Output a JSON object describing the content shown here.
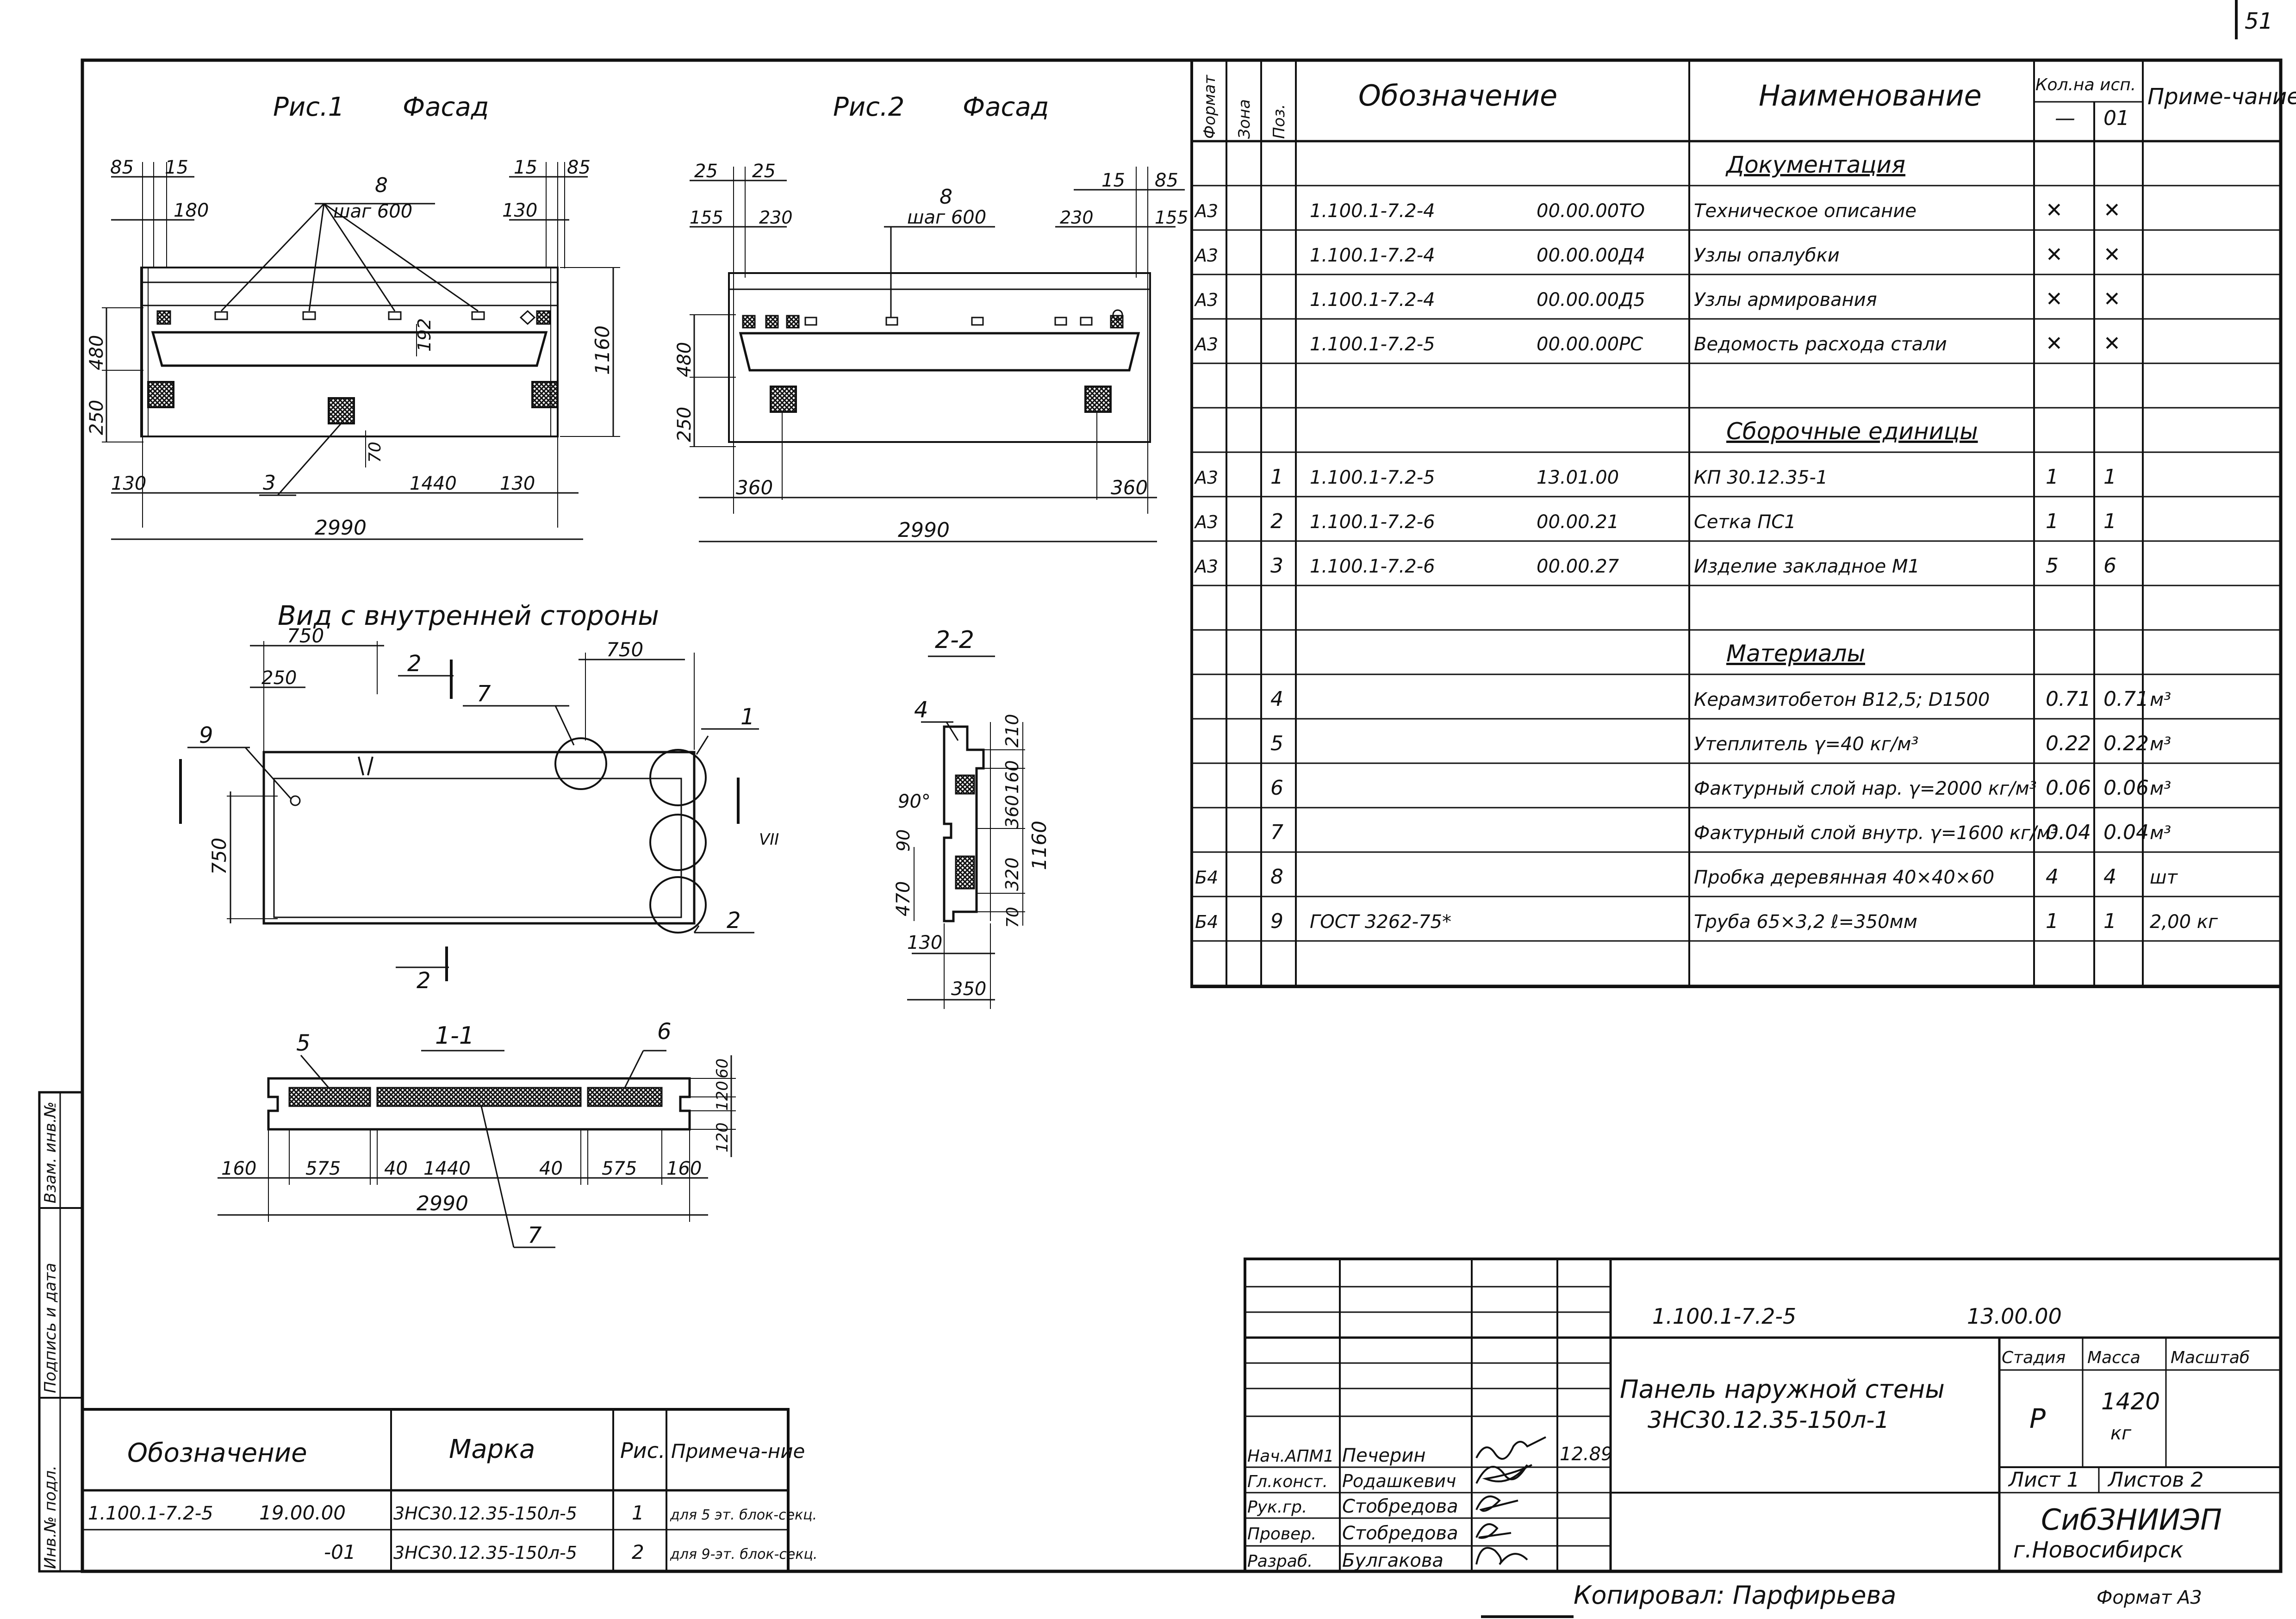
{
  "sheet_number": "51",
  "fig1": {
    "caption": "Рис.1",
    "title": "Фасад",
    "dims": {
      "d85a": "85",
      "d15a": "15",
      "d180": "180",
      "d8": "8",
      "step": "шаг 600",
      "d15b": "15",
      "d85b": "85",
      "d130t": "130",
      "d192": "192",
      "d480": "480",
      "d250": "250",
      "d1160": "1160",
      "d70": "70",
      "d3": "3",
      "d130l": "130",
      "d1440": "1440",
      "d130r": "130",
      "d2990": "2990"
    }
  },
  "fig2": {
    "caption": "Рис.2",
    "title": "Фасад",
    "dims": {
      "d25a": "25",
      "d25b": "25",
      "d155a": "155",
      "d230a": "230",
      "d8": "8",
      "step": "шаг 600",
      "d230b": "230",
      "d15": "15",
      "d85": "85",
      "d155b": "155",
      "d480": "480",
      "d250": "250",
      "d360l": "360",
      "d360r": "360",
      "d2990": "2990"
    }
  },
  "inner_view": {
    "title": "Вид с внутренней стороны",
    "dims": {
      "d750a": "750",
      "d250": "250",
      "d2": "2",
      "d7": "7",
      "d750b": "750",
      "d1": "1",
      "d9": "9",
      "d750v": "750",
      "dVII": "VII",
      "d2b": "2",
      "d2c": "2"
    }
  },
  "section22": {
    "title": "2-2",
    "dims": {
      "d4": "4",
      "d90deg": "90°",
      "d90": "90",
      "d470": "470",
      "d130": "130",
      "d350": "350",
      "d210": "210",
      "d160": "160",
      "d360": "360",
      "d320": "320",
      "d70": "70",
      "d1160": "1160"
    }
  },
  "section11": {
    "title": "1-1",
    "dims": {
      "d5": "5",
      "d6": "6",
      "d160l": "160",
      "d575l": "575",
      "d40l": "40",
      "d1440": "1440",
      "d40r": "40",
      "d575r": "575",
      "d160r": "160",
      "d2990": "2990",
      "d7": "7",
      "d60": "60",
      "d120a": "120",
      "d120b": "120"
    }
  },
  "spec_table": {
    "headers": {
      "format": "Формат",
      "zone": "Зона",
      "pos": "Поз.",
      "designation": "Обозначение",
      "name": "Наименование",
      "qty": "Кол.на исп.",
      "qty_dash": "—",
      "qty_01": "01",
      "note": "Приме-чание"
    },
    "rows": [
      {
        "format": "",
        "pos": "",
        "doc": "",
        "code": "",
        "name": "Документация",
        "q1": "",
        "q2": "",
        "note": "",
        "section": true
      },
      {
        "format": "А3",
        "pos": "",
        "doc": "1.100.1-7.2-4",
        "code": "00.00.00ТО",
        "name": "Техническое описание",
        "q1": "✕",
        "q2": "✕",
        "note": ""
      },
      {
        "format": "А3",
        "pos": "",
        "doc": "1.100.1-7.2-4",
        "code": "00.00.00Д4",
        "name": "Узлы опалубки",
        "q1": "✕",
        "q2": "✕",
        "note": ""
      },
      {
        "format": "А3",
        "pos": "",
        "doc": "1.100.1-7.2-4",
        "code": "00.00.00Д5",
        "name": "Узлы армирования",
        "q1": "✕",
        "q2": "✕",
        "note": ""
      },
      {
        "format": "А3",
        "pos": "",
        "doc": "1.100.1-7.2-5",
        "code": "00.00.00РС",
        "name": "Ведомость расхода стали",
        "q1": "✕",
        "q2": "✕",
        "note": ""
      },
      {
        "format": "",
        "pos": "",
        "doc": "",
        "code": "",
        "name": "",
        "q1": "",
        "q2": "",
        "note": ""
      },
      {
        "format": "",
        "pos": "",
        "doc": "",
        "code": "",
        "name": "Сборочные единицы",
        "q1": "",
        "q2": "",
        "note": "",
        "section": true
      },
      {
        "format": "А3",
        "pos": "1",
        "doc": "1.100.1-7.2-5",
        "code": "13.01.00",
        "name": "КП 30.12.35-1",
        "q1": "1",
        "q2": "1",
        "note": ""
      },
      {
        "format": "А3",
        "pos": "2",
        "doc": "1.100.1-7.2-6",
        "code": "00.00.21",
        "name": "Сетка ПС1",
        "q1": "1",
        "q2": "1",
        "note": ""
      },
      {
        "format": "А3",
        "pos": "3",
        "doc": "1.100.1-7.2-6",
        "code": "00.00.27",
        "name": "Изделие закладное М1",
        "q1": "5",
        "q2": "6",
        "note": ""
      },
      {
        "format": "",
        "pos": "",
        "doc": "",
        "code": "",
        "name": "",
        "q1": "",
        "q2": "",
        "note": ""
      },
      {
        "format": "",
        "pos": "",
        "doc": "",
        "code": "",
        "name": "Материалы",
        "q1": "",
        "q2": "",
        "note": "",
        "section": true
      },
      {
        "format": "",
        "pos": "4",
        "doc": "",
        "code": "",
        "name": "Керамзитобетон В12,5; D1500",
        "q1": "0.71",
        "q2": "0.71",
        "note": "м³"
      },
      {
        "format": "",
        "pos": "5",
        "doc": "",
        "code": "",
        "name": "Утеплитель γ=40 кг/м³",
        "q1": "0.22",
        "q2": "0.22",
        "note": "м³"
      },
      {
        "format": "",
        "pos": "6",
        "doc": "",
        "code": "",
        "name": "Фактурный слой нар. γ=2000 кг/м³",
        "q1": "0.06",
        "q2": "0.06",
        "note": "м³"
      },
      {
        "format": "",
        "pos": "7",
        "doc": "",
        "code": "",
        "name": "Фактурный слой внутр. γ=1600 кг/м³",
        "q1": "0.04",
        "q2": "0.04",
        "note": "м³"
      },
      {
        "format": "Б4",
        "pos": "8",
        "doc": "",
        "code": "",
        "name": "Пробка деревянная 40×40×60",
        "q1": "4",
        "q2": "4",
        "note": "шт"
      },
      {
        "format": "Б4",
        "pos": "9",
        "doc": "ГОСТ 3262-75*",
        "code": "",
        "name": "Труба 65×3,2    ℓ=350мм",
        "q1": "1",
        "q2": "1",
        "note": "2,00 кг"
      },
      {
        "format": "",
        "pos": "",
        "doc": "",
        "code": "",
        "name": "",
        "q1": "",
        "q2": "",
        "note": ""
      }
    ]
  },
  "bottom_table": {
    "headers": {
      "designation": "Обозначение",
      "mark": "Марка",
      "fig": "Рис.",
      "note": "Примеча-ние"
    },
    "rows": [
      {
        "doc": "1.100.1-7.2-5",
        "code": "19.00.00",
        "mark": "3НС30.12.35-150л-5",
        "fig": "1",
        "note": "для 5 эт. блок-секц."
      },
      {
        "doc": "",
        "code": "-01",
        "mark": "3НС30.12.35-150л-5",
        "fig": "2",
        "note": "для 9-эт. блок-секц."
      }
    ]
  },
  "side_strip": [
    "Инв.№ подл.",
    "Подпись и дата",
    "Взам. инв.№"
  ],
  "title_block": {
    "doc_code": "1.100.1-7.2-5",
    "doc_num": "13.00.00",
    "name_line1": "Панель наружной стены",
    "name_line2": "3НС30.12.35-150л-1",
    "stage_label": "Стадия",
    "mass_label": "Масса",
    "scale_label": "Масштаб",
    "stage": "Р",
    "mass": "1420",
    "mass_unit": "кг",
    "sheet_label": "Лист 1",
    "sheets_label": "Листов 2",
    "org": "СибЗНИИЭП",
    "city": "г.Новосибирск",
    "date": "12.89",
    "people": [
      {
        "role": "Нач.АПМ1",
        "name": "Печерин"
      },
      {
        "role": "Гл.конст.",
        "name": "Родашкевич"
      },
      {
        "role": "Рук.гр.",
        "name": "Стобредова"
      },
      {
        "role": "Провер.",
        "name": "Стобредова"
      },
      {
        "role": "Разраб.",
        "name": "Булгакова"
      }
    ]
  },
  "copied_by": "Копировал: Парфирьева",
  "format_label": "Формат А3"
}
